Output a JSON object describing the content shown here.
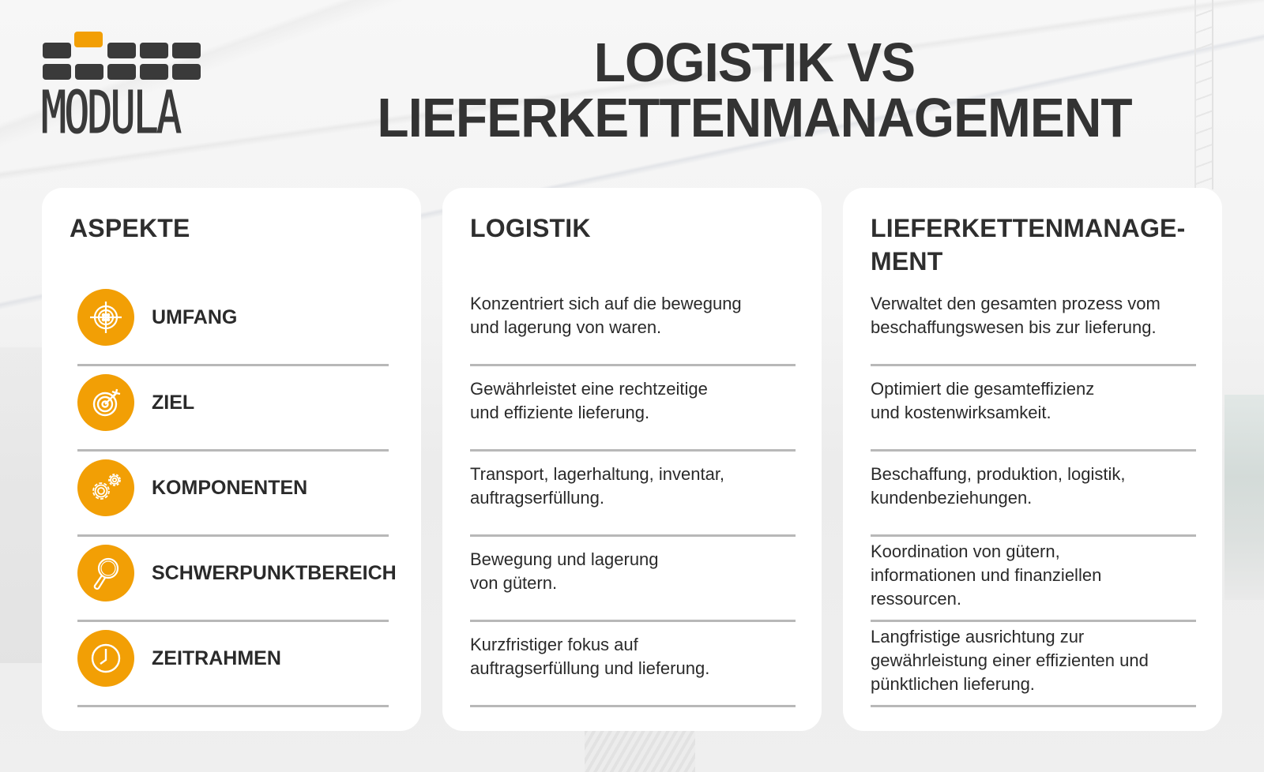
{
  "brand": {
    "logo_text": "MODULA",
    "accent_color": "#f29f05",
    "dark_color": "#3a3a3a"
  },
  "header": {
    "title_line1": "LOGISTIK VS",
    "title_line2": "LIEFERKETTENMANAGEMENT"
  },
  "columns": {
    "aspects": {
      "title": "ASPEKTE",
      "items": [
        {
          "label": "UMFANG",
          "icon": "crosshair-icon"
        },
        {
          "label": "ZIEL",
          "icon": "target-arrow-icon"
        },
        {
          "label": "KOMPONENTEN",
          "icon": "gears-icon"
        },
        {
          "label": "SCHWERPUNKTBEREICH",
          "icon": "magnifier-icon"
        },
        {
          "label": "ZEITRAHMEN",
          "icon": "clock-icon"
        }
      ]
    },
    "logistik": {
      "title": "LOGISTIK",
      "items": [
        "Konzentriert sich auf die bewegung\nund lagerung von waren.",
        "Gewährleistet eine rechtzeitige\nund effiziente lieferung.",
        "Transport, lagerhaltung, inventar,\nauftragserfüllung.",
        "Bewegung und lagerung\nvon gütern.",
        "Kurzfristiger fokus auf\nauftragserfüllung und lieferung."
      ]
    },
    "scm": {
      "title": "LIEFERKETTENMANAGE-\nMENT",
      "items": [
        "Verwaltet den gesamten prozess vom\nbeschaffungswesen bis zur lieferung.",
        "Optimiert die gesamteffizienz\nund kostenwirksamkeit.",
        "Beschaffung, produktion, logistik,\nkundenbeziehungen.",
        "Koordination von gütern,\ninformationen und finanziellen\nressourcen.",
        "Langfristige ausrichtung zur\ngewährleistung einer effizienten und\npünktlichen lieferung."
      ]
    }
  }
}
